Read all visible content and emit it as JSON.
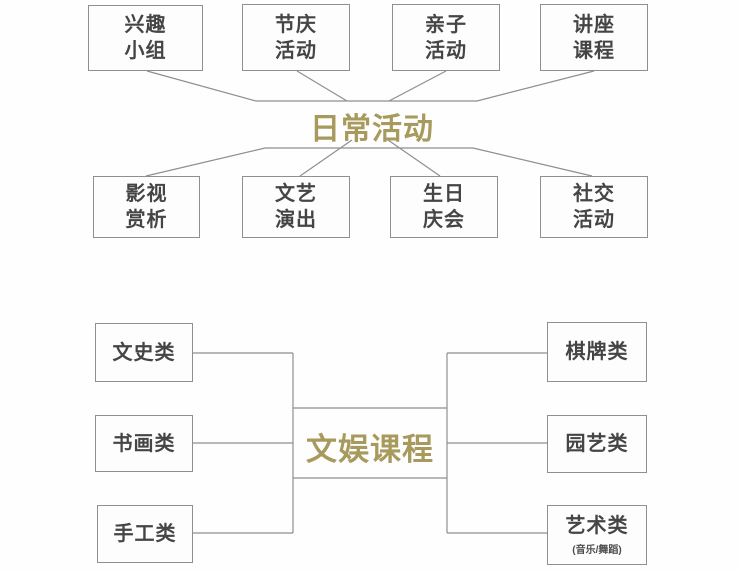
{
  "page": {
    "background_color": "#fefefe",
    "accent_gold": "#a79a5c",
    "line_gray": "#8f8f8f",
    "text_gray": "#454545"
  },
  "daily_activities": {
    "title": "日常活动",
    "top_row": [
      {
        "label": "兴趣\n小组"
      },
      {
        "label": "节庆\n活动"
      },
      {
        "label": "亲子\n活动"
      },
      {
        "label": "讲座\n课程"
      }
    ],
    "bottom_row": [
      {
        "label": "影视\n赏析"
      },
      {
        "label": "文艺\n演出"
      },
      {
        "label": "生日\n庆会"
      },
      {
        "label": "社交\n活动"
      }
    ]
  },
  "entertainment_courses": {
    "title": "文娱课程",
    "left_column": [
      {
        "label": "文史类"
      },
      {
        "label": "书画类"
      },
      {
        "label": "手工类"
      }
    ],
    "right_column": [
      {
        "label": "棋牌类"
      },
      {
        "label": "园艺类"
      },
      {
        "label": "艺术类",
        "sublabel": "(音乐/舞蹈)"
      }
    ]
  }
}
